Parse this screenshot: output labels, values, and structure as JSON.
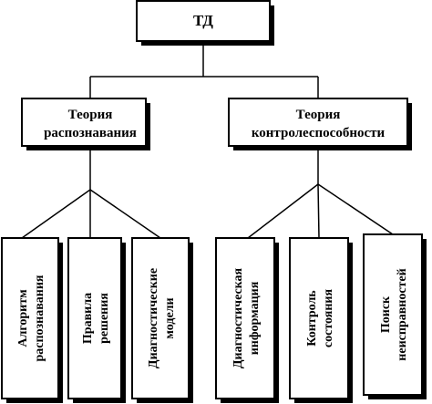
{
  "diagram": {
    "root": {
      "label": "ТД"
    },
    "branches": [
      {
        "label_lines": [
          "Теория",
          "распознавания"
        ],
        "leaves": [
          {
            "label_lines": [
              "Алгоритм",
              "распознавания"
            ]
          },
          {
            "label_lines": [
              "Правила",
              "решения"
            ]
          },
          {
            "label_lines": [
              "Диагностические",
              "модели"
            ]
          }
        ]
      },
      {
        "label_lines": [
          "Теория",
          "контролеспособности"
        ],
        "leaves": [
          {
            "label_lines": [
              "Диагностическая",
              "информация"
            ]
          },
          {
            "label_lines": [
              "Контроль",
              "состояния"
            ]
          },
          {
            "label_lines": [
              "Поиск",
              "неисправностей"
            ]
          }
        ]
      }
    ]
  }
}
